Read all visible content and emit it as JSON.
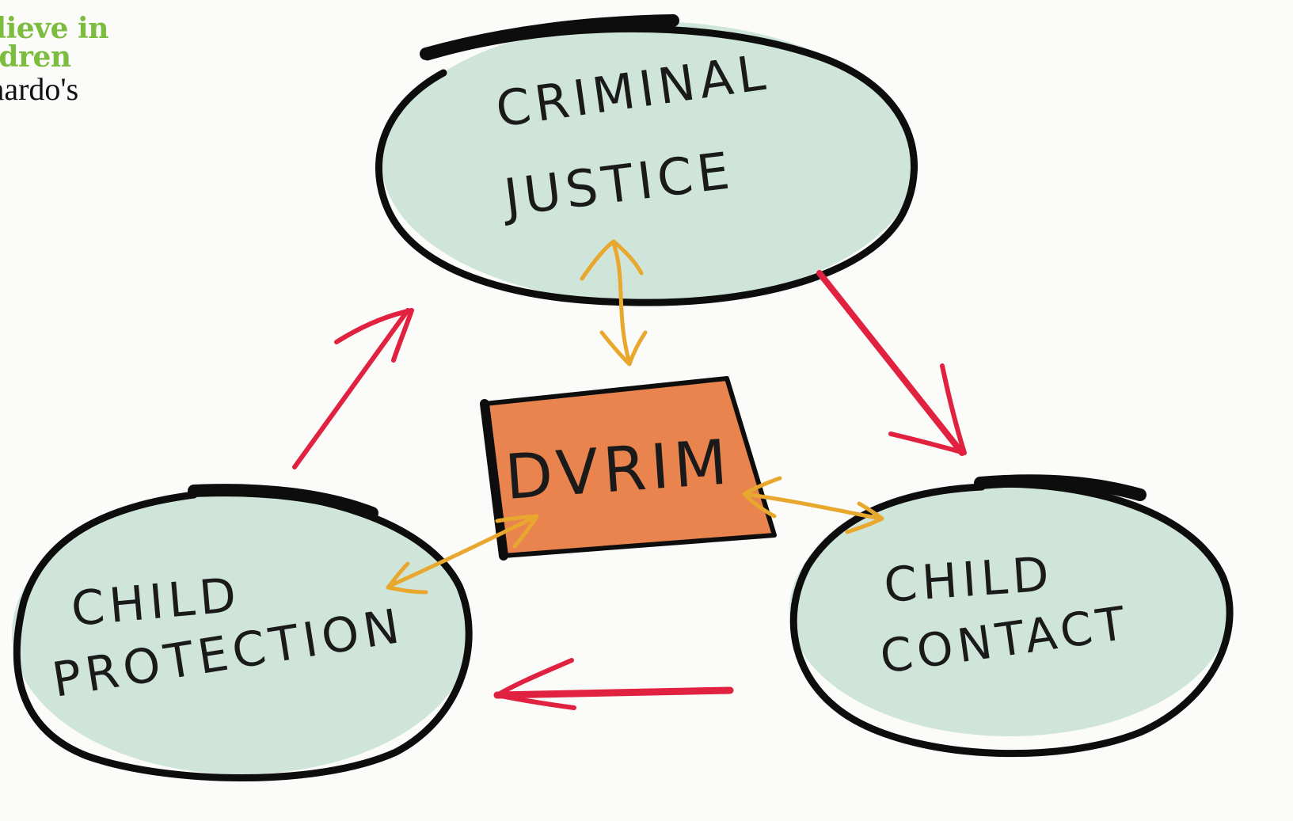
{
  "logo": {
    "tagline_line1": "elieve in",
    "tagline_line2": "ildren",
    "brand": "rnardo's"
  },
  "nodes": {
    "criminal_justice": {
      "line1": "CRIMINAL",
      "line2": "JUSTICE"
    },
    "dvrim": {
      "label": "DVRIM"
    },
    "child_protection": {
      "line1": "CHILD",
      "line2": "PROTECTION"
    },
    "child_contact": {
      "line1": "CHILD",
      "line2": "CONTACT"
    }
  },
  "colors": {
    "background": "#fbfbf9",
    "ellipse_fill": "#cfe5da",
    "outline": "#0d0d0d",
    "center_box": "#e9844f",
    "cycle_arrow": "#e0213f",
    "link_arrow": "#e8a72d",
    "logo_green": "#7cbc3f"
  }
}
